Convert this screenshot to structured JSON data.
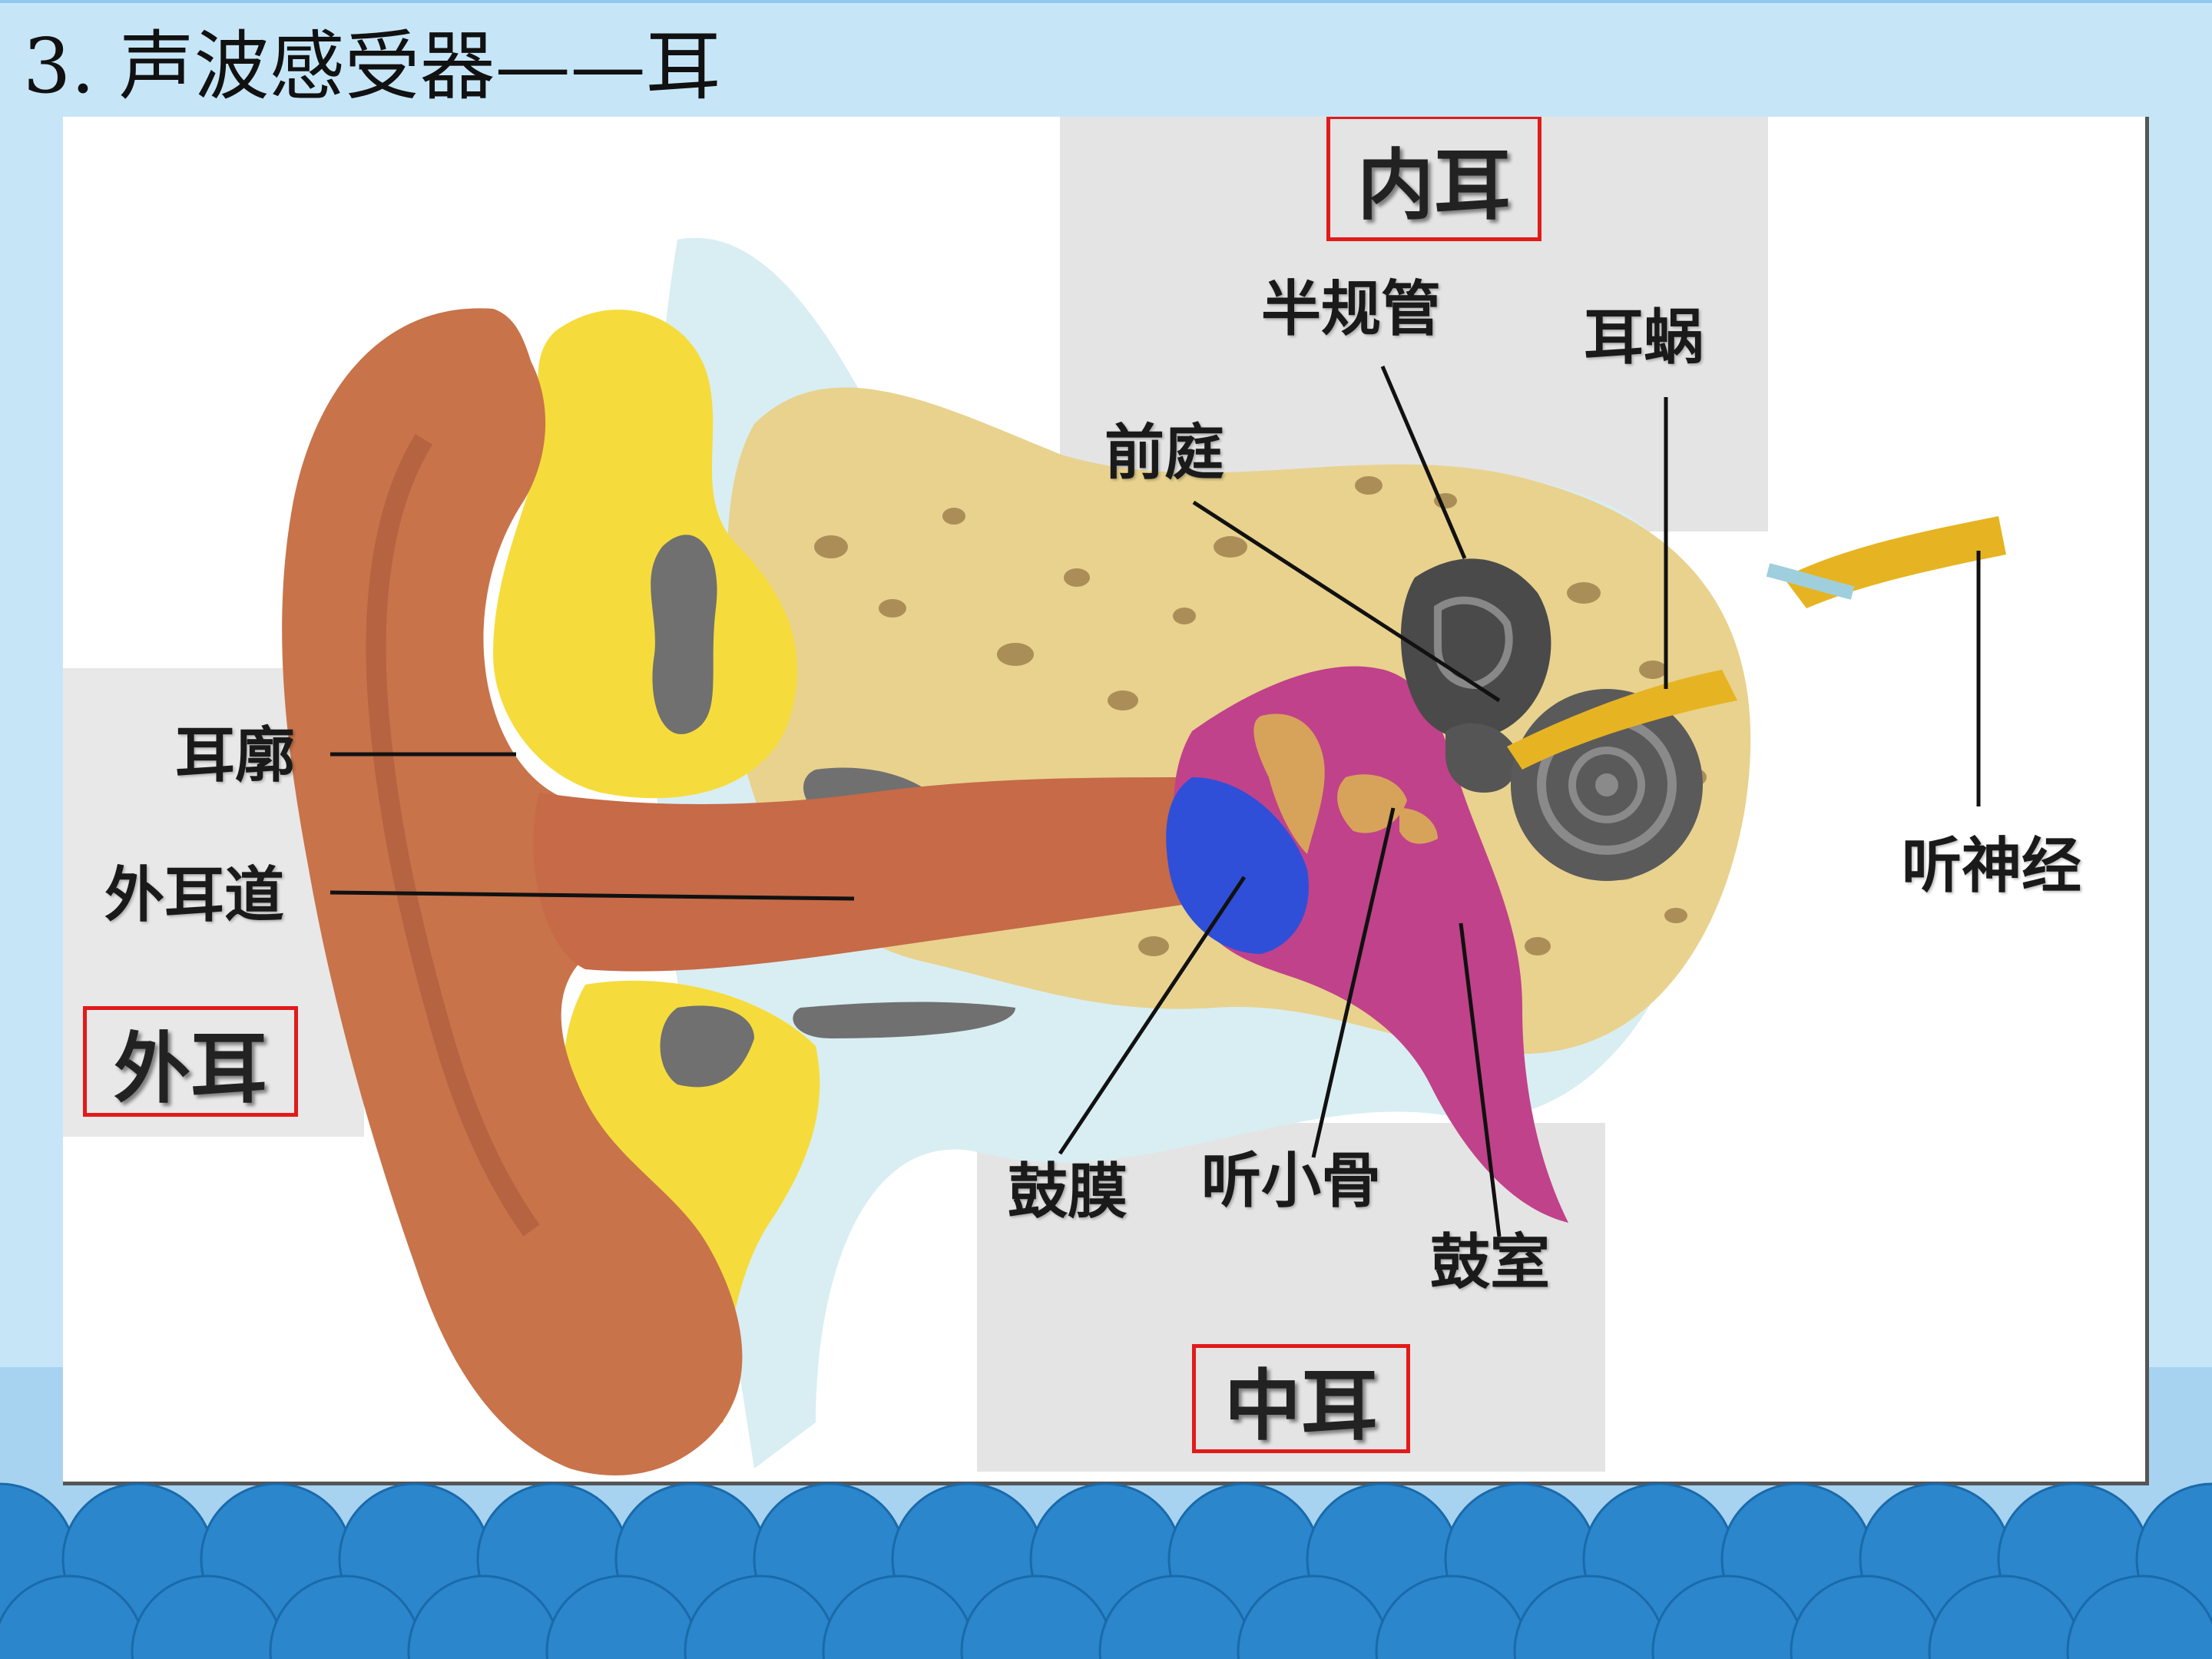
{
  "slide": {
    "title": "3. 声波感受器——耳"
  },
  "regions": {
    "outer_ear": "外耳",
    "middle_ear": "中耳",
    "inner_ear": "内耳"
  },
  "labels": {
    "auricle": "耳廓",
    "ear_canal": "外耳道",
    "semicircular_canals": "半规管",
    "cochlea": "耳蜗",
    "vestibule": "前庭",
    "auditory_nerve": "听神经",
    "eardrum": "鼓膜",
    "ossicles": "听小骨",
    "tympanic_cavity": "鼓室"
  },
  "colors": {
    "background": "#c6e6f8",
    "bottom_band": "#a7d3f0",
    "scallop": "#2b86cc",
    "region_box": "#e21a1a",
    "skin": "#c8734a",
    "cartilage": "#f5dc3c",
    "bone": "#e8d28e",
    "eardrum": "#2f4fd8",
    "middle_ear_cavity": "#c0428a",
    "cochlea": "#5a5a5a"
  }
}
